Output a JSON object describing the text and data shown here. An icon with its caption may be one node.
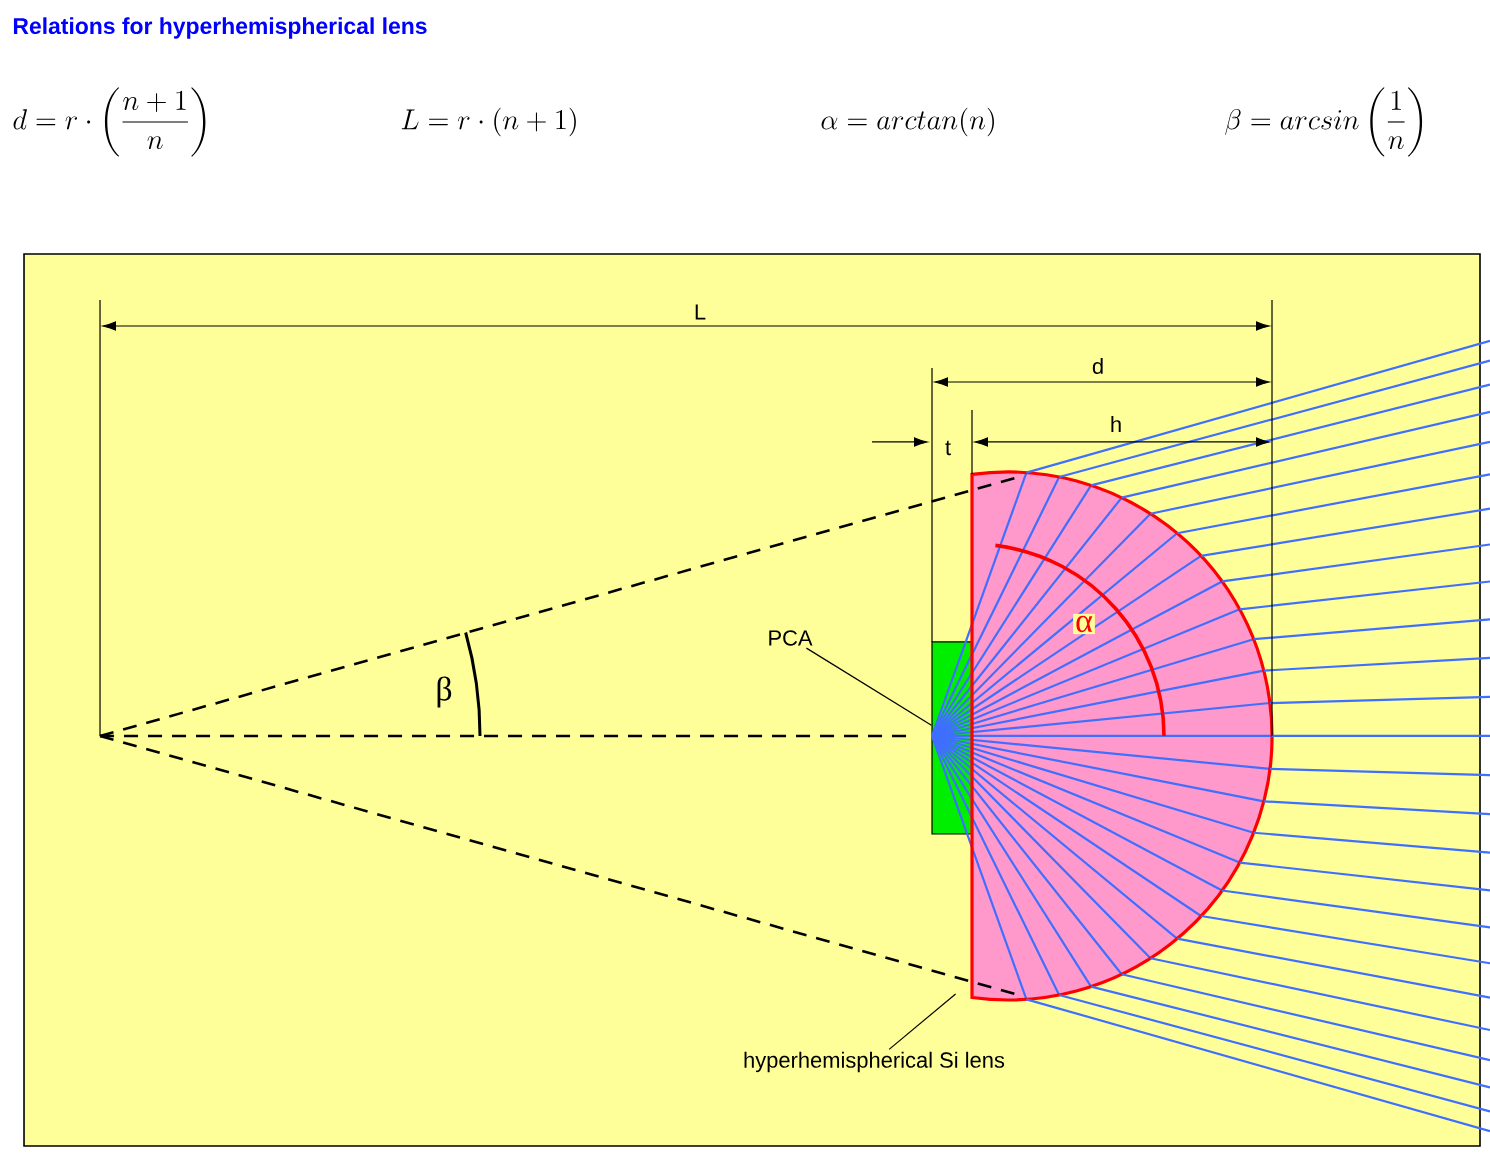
{
  "diagram": {
    "title": "Relations for hyperhemispherical lens",
    "nodes": [
      {
        "text": [
          "PCA"
        ]
      },
      {
        "text": [],
        "shape": "box"
      },
      {
        "text": [],
        "shape": "lens"
      },
      {
        "text": [
          "hyperhemispherical Si lens"
        ]
      }
    ],
    "edges": [
      {
        "from": 0,
        "to": 1,
        "arrow": "none"
      },
      {
        "from": 3,
        "to": 2,
        "arrow": "none"
      }
    ],
    "labels": [
      "d = r \\cdot \\left(\\dfrac{n+1}{n}\\right)",
      "L = r \\cdot (n+1)",
      "\\alpha = arctan(n)",
      "\\beta = arcsin\\left(\\dfrac{1}{n}\\right)",
      "L",
      "d",
      "t",
      "h",
      "α",
      "β"
    ]
  }
}
